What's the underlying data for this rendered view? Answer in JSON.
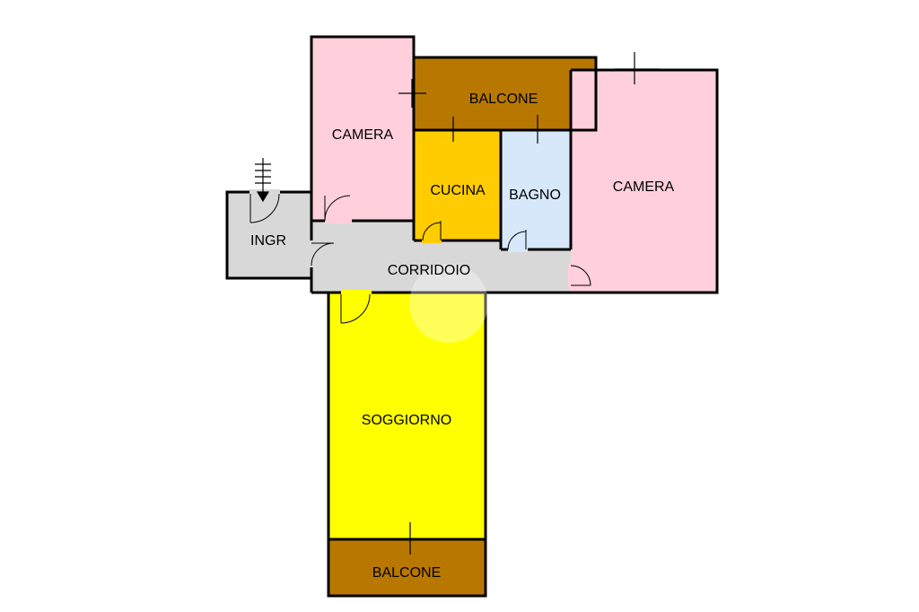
{
  "floorplan": {
    "rooms": [
      {
        "id": "camera-left",
        "label": "CAMERA",
        "color": "#ffd0dc"
      },
      {
        "id": "balcone-top",
        "label": "BALCONE",
        "color": "#b87800"
      },
      {
        "id": "camera-right",
        "label": "CAMERA",
        "color": "#ffd0dc"
      },
      {
        "id": "cucina",
        "label": "CUCINA",
        "color": "#ffcc00"
      },
      {
        "id": "bagno",
        "label": "BAGNO",
        "color": "#d6e8fa"
      },
      {
        "id": "ingresso",
        "label": "INGR",
        "color": "#d8d8d8"
      },
      {
        "id": "corridoio",
        "label": "CORRIDOIO",
        "color": "#d8d8d8"
      },
      {
        "id": "soggiorno",
        "label": "SOGGIORNO",
        "color": "#ffff00"
      },
      {
        "id": "balcone-bottom",
        "label": "BALCONE",
        "color": "#b87800"
      }
    ],
    "wall_color": "#000000",
    "icons": [
      "stairs-entry-icon",
      "door-swing-icon",
      "window-icon",
      "watermark-icon"
    ]
  }
}
